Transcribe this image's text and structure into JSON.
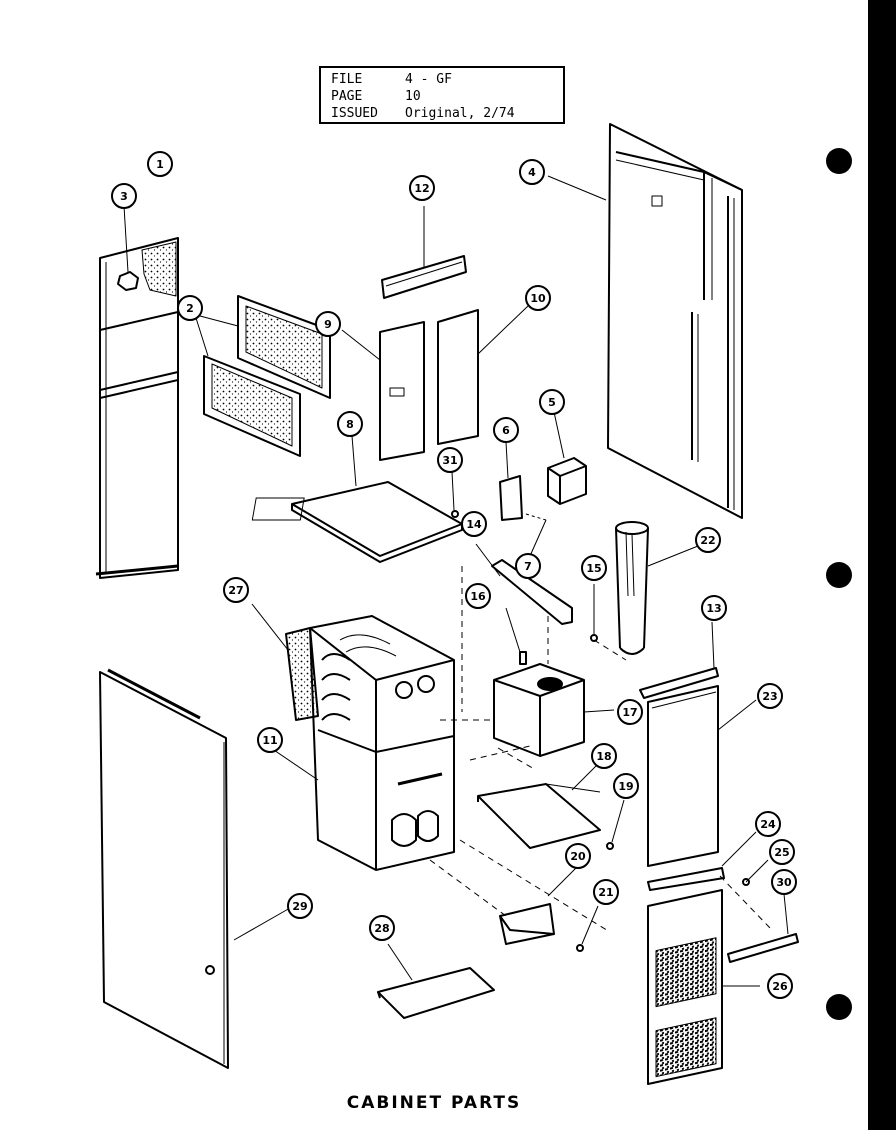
{
  "header": {
    "rows": [
      {
        "key": "FILE",
        "value": "4 - GF"
      },
      {
        "key": "PAGE",
        "value": "10"
      },
      {
        "key": "ISSUED",
        "value": "Original, 2/74"
      }
    ]
  },
  "caption": "CABINET PARTS",
  "callouts": [
    "1",
    "2",
    "3",
    "4",
    "5",
    "6",
    "7",
    "8",
    "9",
    "10",
    "11",
    "12",
    "13",
    "14",
    "15",
    "16",
    "17",
    "18",
    "19",
    "20",
    "21",
    "22",
    "23",
    "24",
    "25",
    "26",
    "27",
    "28",
    "29",
    "30",
    "31"
  ]
}
